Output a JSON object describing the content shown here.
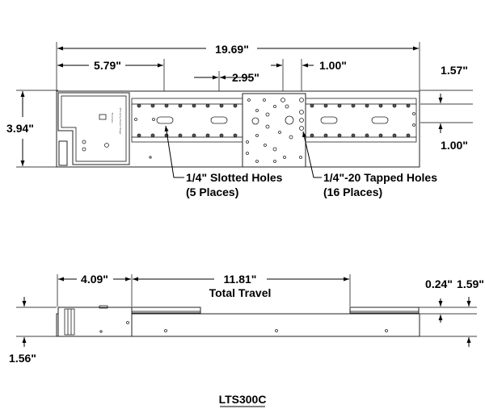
{
  "top_view": {
    "dimensions": {
      "overall_length": "19.69\"",
      "offset_first_slot": "5.79\"",
      "slot_spacing": "2.95\"",
      "tapped_spacing": "1.00\"",
      "width": "3.94\"",
      "right_offset_top": "1.57\"",
      "right_offset_bottom": "1.00\""
    },
    "callouts": {
      "slotted_line1": "1/4\" Slotted Holes",
      "slotted_line2": "(5 Places)",
      "tapped_line1": "1/4\"-20 Tapped Holes",
      "tapped_line2": "(16 Places)"
    },
    "motor_label_1": "LTS Long Travel Stage",
    "motor_label_2": "Thorlabs"
  },
  "side_view": {
    "dimensions": {
      "motor_length": "4.09\"",
      "travel": "11.81\"",
      "travel_label": "Total Travel",
      "platform_height": "0.24\"",
      "overall_height": "1.59\"",
      "base_height": "1.56\""
    }
  },
  "model": "LTS300C"
}
